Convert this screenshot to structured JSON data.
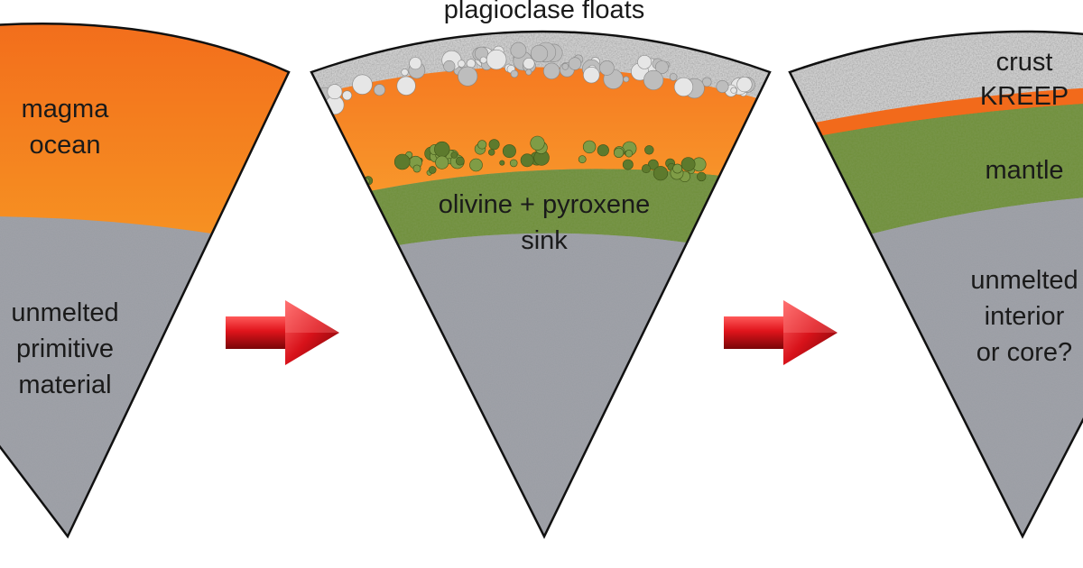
{
  "panels": [
    {
      "labels": {
        "magma_line1": "magma",
        "magma_line2": "ocean",
        "interior_line1": "unmelted",
        "interior_line2": "primitive",
        "interior_line3": "material"
      }
    },
    {
      "labels": {
        "top": "plagioclase floats",
        "mid_line1": "olivine + pyroxene",
        "mid_line2": "sink"
      }
    },
    {
      "labels": {
        "crust": "crust",
        "kreep": "KREEP",
        "mantle": "mantle",
        "interior_line1": "unmelted",
        "interior_line2": "interior",
        "interior_line3": "or core?"
      }
    }
  ],
  "colors": {
    "magma_top": "#f26a1b",
    "magma_bottom": "#fbbf2a",
    "magma_orange": "#f57b22",
    "interior_gray": "#9a9ca3",
    "olivine_green": "#6f8f3a",
    "crust_gray": "#c9c9c9",
    "arrow_red": "#e0141b",
    "outline": "#111111"
  },
  "arrows": [
    {
      "icon": "red-arrow-right"
    },
    {
      "icon": "red-arrow-right"
    }
  ]
}
